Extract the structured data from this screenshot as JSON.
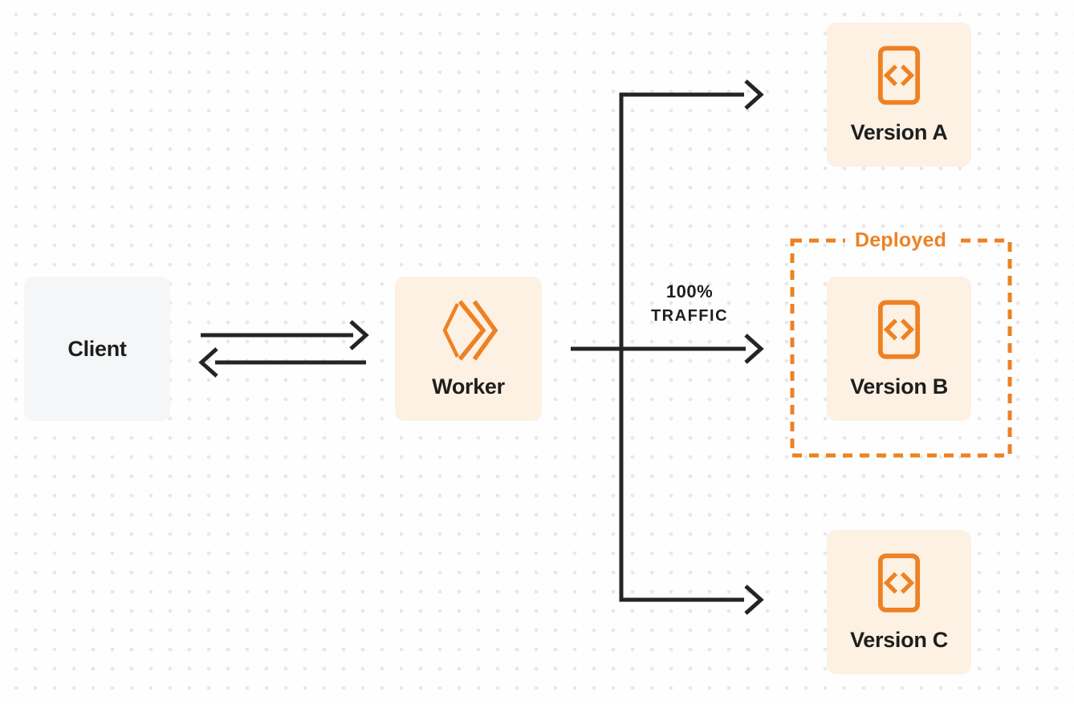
{
  "colors": {
    "background": "#fefefe",
    "dot_grid": "#e7e7e7",
    "accent_orange": "#ee8124",
    "cream_fill": "#fcf1e3",
    "gray_fill": "#f5f6f7",
    "line_dark": "#242424",
    "text_dark": "#1e1e1e"
  },
  "nodes": {
    "client": {
      "label": "Client"
    },
    "worker": {
      "label": "Worker",
      "icon": "cloudflare-workers-logo-icon"
    },
    "version_a": {
      "label": "Version A",
      "icon": "code-file-icon"
    },
    "version_b": {
      "label": "Version B",
      "icon": "code-file-icon"
    },
    "version_c": {
      "label": "Version C",
      "icon": "code-file-icon"
    }
  },
  "annotations": {
    "traffic": {
      "line1": "100%",
      "line2": "TRAFFIC"
    },
    "deployed": {
      "label": "Deployed"
    }
  }
}
